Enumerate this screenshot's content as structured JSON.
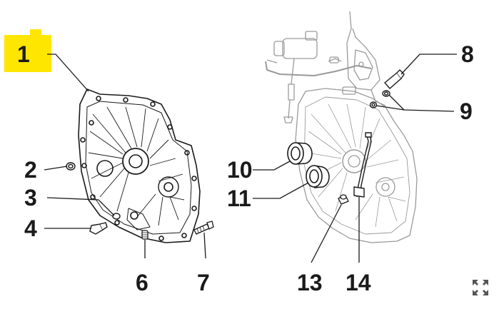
{
  "highlight_color": "#ffe600",
  "line_color": "#1a1a1a",
  "ghost_color": "#9a9a9a",
  "callouts": {
    "c1": "1",
    "c2": "2",
    "c3": "3",
    "c4": "4",
    "c6": "6",
    "c7": "7",
    "c8": "8",
    "c9": "9",
    "c10": "10",
    "c11": "11",
    "c13": "13",
    "c14": "14"
  },
  "controls": {
    "expand_icon": "expand-icon"
  }
}
